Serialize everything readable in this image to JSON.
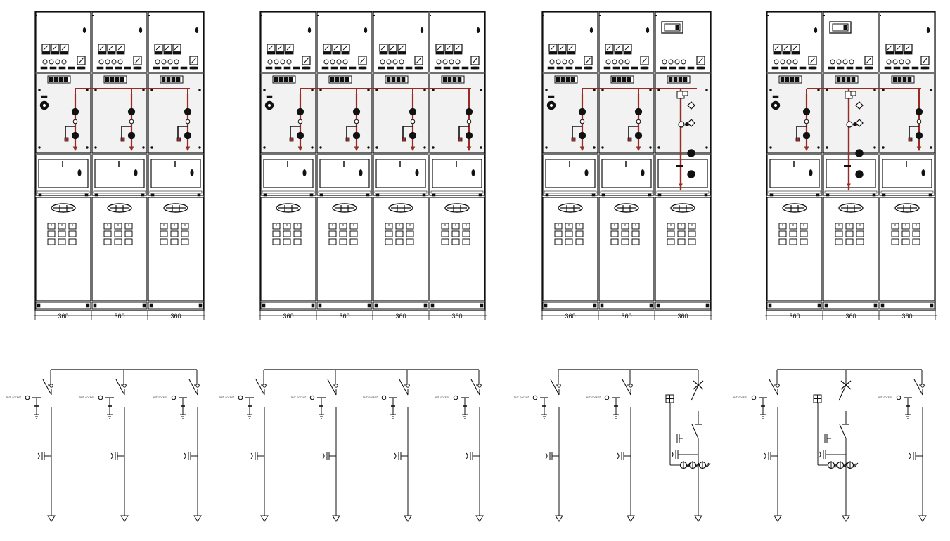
{
  "diagram": {
    "colors": {
      "line": "#111111",
      "busbar": "#9a2a24",
      "panel": "#ffffff"
    },
    "dimension_unit_width": "360",
    "test_socket_label": "Test socket",
    "lineups": [
      {
        "units": [
          "switch",
          "switch",
          "switch"
        ]
      },
      {
        "units": [
          "switch",
          "switch",
          "switch",
          "switch"
        ]
      },
      {
        "units": [
          "switch",
          "switch",
          "breaker"
        ]
      },
      {
        "units": [
          "switch",
          "breaker",
          "switch"
        ]
      }
    ]
  }
}
